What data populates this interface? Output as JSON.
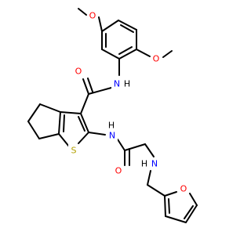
{
  "colors": {
    "background": "#ffffff",
    "bond": "#000000",
    "oxygen": "#ff0000",
    "nitrogen": "#0000ff",
    "sulfur": "#b3a000",
    "hydrogen_label": "#000000"
  },
  "atoms": {
    "o_methoxy_top": "O",
    "o_methoxy_right": "O",
    "o_amide_carbonyl": "O",
    "n_amide_top": "N",
    "h_amide_top": "H",
    "n_amide_thiophene": "N",
    "h_amide_thiophene": "H",
    "o_amide_glycine": "O",
    "n_amine": "N",
    "h_amine": "H",
    "s_thiophene": "S",
    "o_furan": "O"
  }
}
